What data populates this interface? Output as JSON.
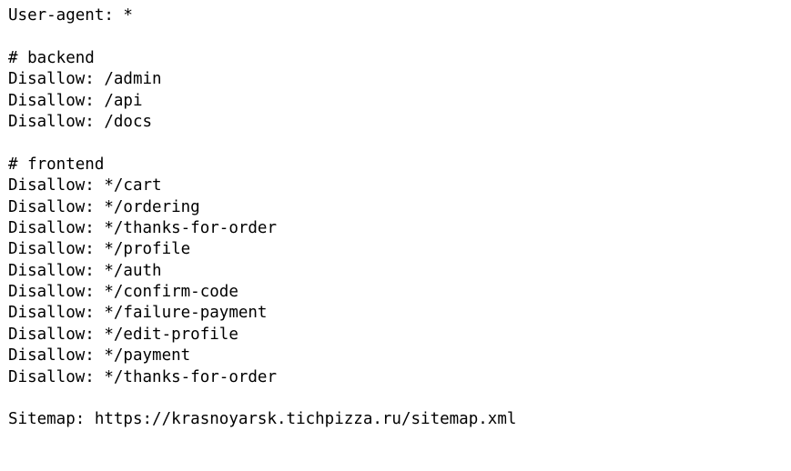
{
  "document": {
    "lines": [
      "User-agent: *",
      "",
      "# backend",
      "Disallow: /admin",
      "Disallow: /api",
      "Disallow: /docs",
      "",
      "# frontend",
      "Disallow: */cart",
      "Disallow: */ordering",
      "Disallow: */thanks-for-order",
      "Disallow: */profile",
      "Disallow: */auth",
      "Disallow: */confirm-code",
      "Disallow: */failure-payment",
      "Disallow: */edit-profile",
      "Disallow: */payment",
      "Disallow: */thanks-for-order",
      "",
      "Sitemap: https://krasnoyarsk.tichpizza.ru/sitemap.xml"
    ]
  },
  "colors": {
    "background": "#ffffff",
    "text": "#000000"
  }
}
